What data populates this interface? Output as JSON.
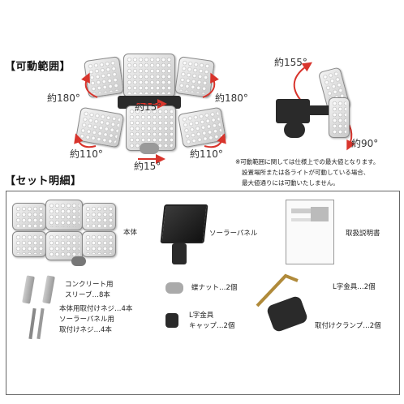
{
  "sections": {
    "range_title": "【可動範囲】",
    "set_title": "【セット明細】"
  },
  "range_labels": {
    "top_left": "約180°",
    "top_right": "約180°",
    "center_top": "約15°",
    "bottom_left": "約110°",
    "bottom_right": "約110°",
    "center_bottom": "約15°",
    "side_top": "約155°",
    "side_bottom": "約90°"
  },
  "note": {
    "line1": "※可動範囲に関しては仕様上での最大値となります。",
    "line2": "設置場所または各ライトが可動している場合、",
    "line3": "最大値通りには可動いたしません。"
  },
  "set_items": {
    "main_body": "本体",
    "solar_panel": "ソーラーパネル",
    "manual": "取扱説明書",
    "concrete_sleeve_1": "コンクリート用",
    "concrete_sleeve_2": "スリーブ…8本",
    "butterfly_nut": "蝶ナット…2個",
    "l_bracket": "L字金具…2個",
    "screw_1": "本体用取付けネジ…4本",
    "screw_2": "ソーラーパネル用",
    "screw_3": "取付けネジ…4本",
    "l_cap_1": "L字金具",
    "l_cap_2": "キャップ…2個",
    "clamp": "取付けクランプ…2個"
  },
  "colors": {
    "arrow_red": "#d8342c",
    "text": "#222222",
    "border": "#666666"
  }
}
